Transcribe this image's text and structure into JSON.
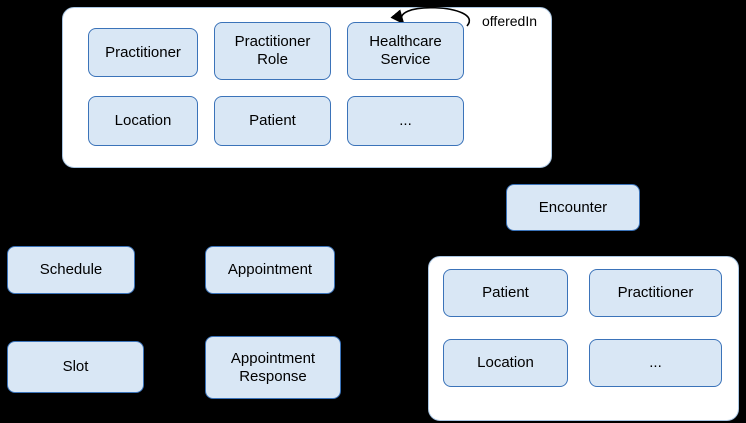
{
  "colors": {
    "background": "#000000",
    "container_bg": "#ffffff",
    "container_border": "#aac6e2",
    "box_bg": "#d9e7f5",
    "box_border": "#3b73b9",
    "arrow": "#000000",
    "text": "#000000"
  },
  "top_group": {
    "boxes": [
      {
        "label": "Practitioner"
      },
      {
        "label": "Practitioner Role"
      },
      {
        "label": "Healthcare Service"
      },
      {
        "label": "Location"
      },
      {
        "label": "Patient"
      },
      {
        "label": "..."
      }
    ],
    "self_loop": {
      "label": "offeredIn"
    }
  },
  "nodes": {
    "encounter": "Encounter",
    "schedule": "Schedule",
    "appointment": "Appointment",
    "slot": "Slot",
    "appointment_response": "Appointment Response"
  },
  "bottom_group": {
    "boxes": [
      {
        "label": "Patient"
      },
      {
        "label": "Practitioner"
      },
      {
        "label": "Location"
      },
      {
        "label": "..."
      }
    ]
  }
}
